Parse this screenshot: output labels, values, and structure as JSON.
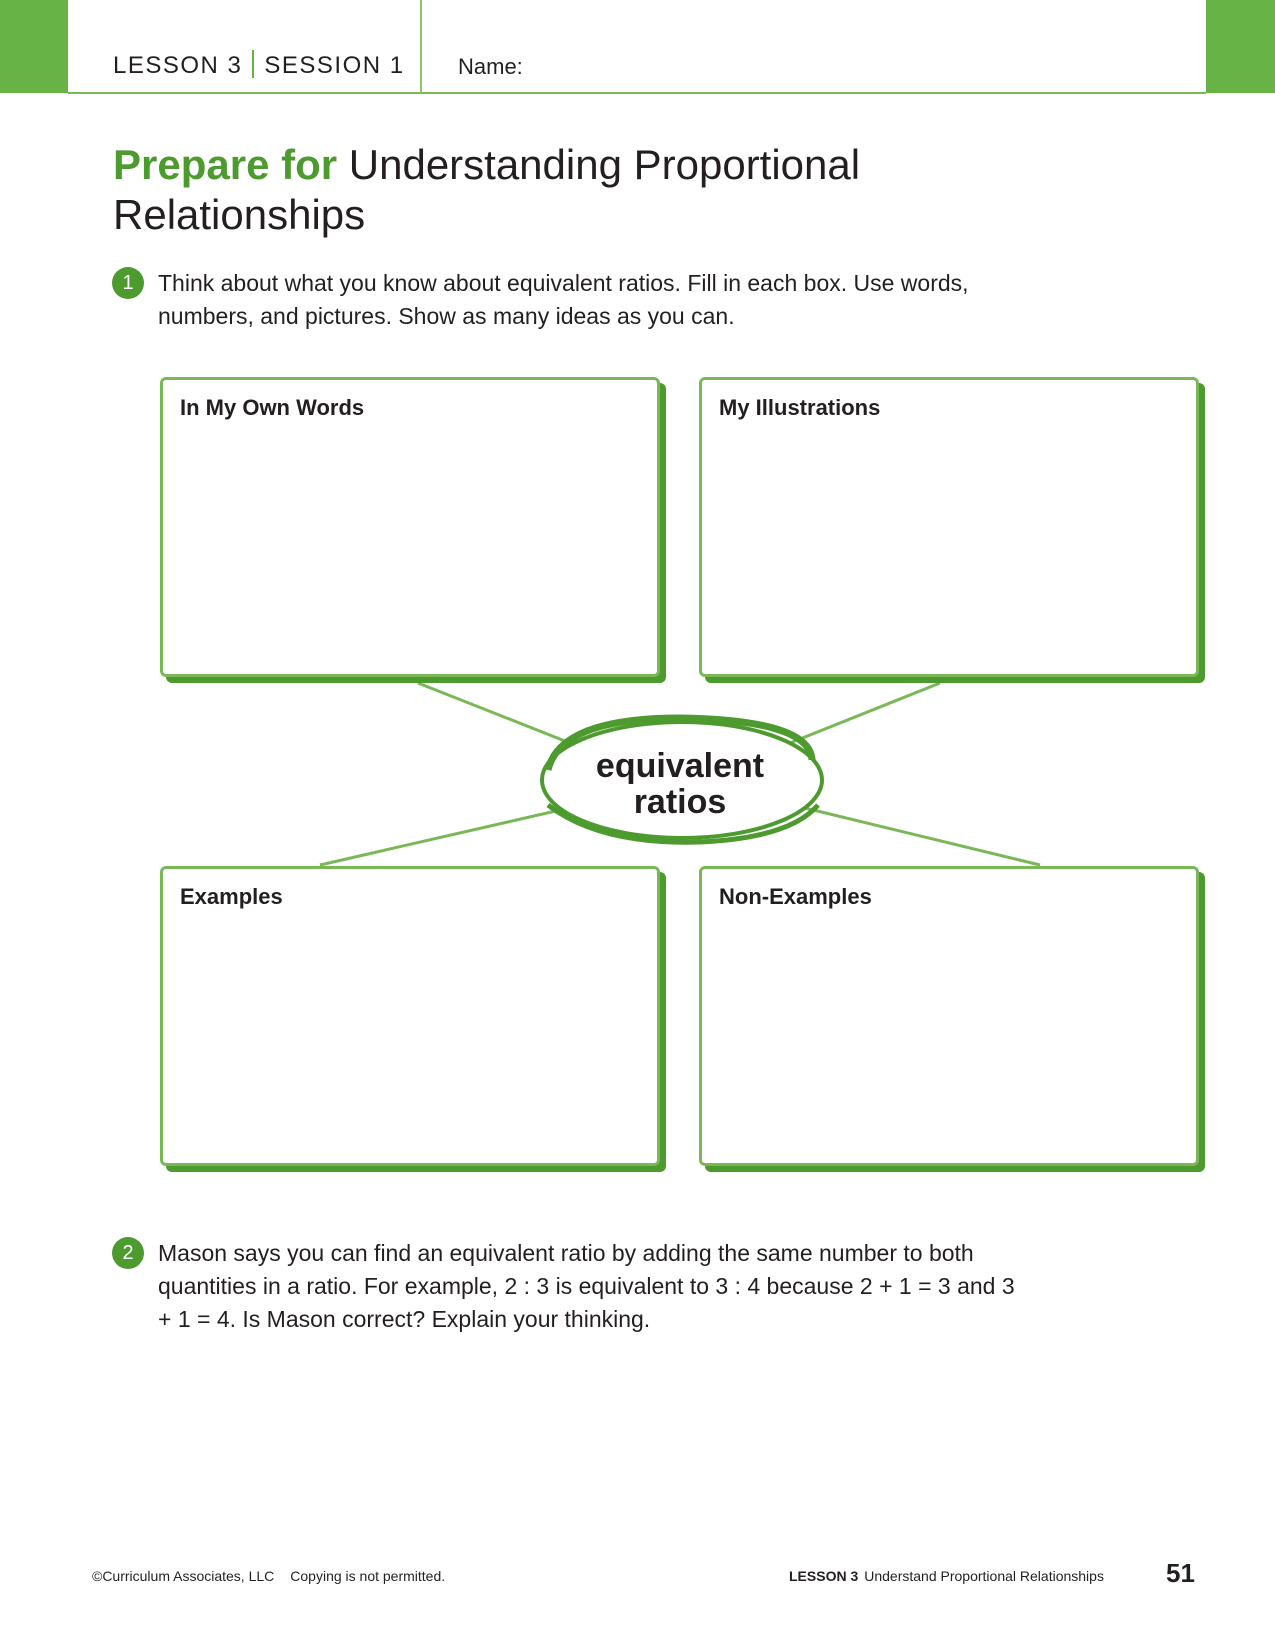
{
  "header": {
    "lesson": "LESSON 3",
    "session": "SESSION 1",
    "name_label": "Name:"
  },
  "title": {
    "accent": "Prepare for",
    "line1": "Understanding Proportional",
    "line2": "Relationships"
  },
  "question1": {
    "number": "1",
    "text": "Think about what you know about equivalent ratios. Fill in each box. Use words, numbers, and pictures. Show as many ideas as you can."
  },
  "frayer": {
    "center_line1": "equivalent",
    "center_line2": "ratios",
    "boxes": [
      {
        "title": "In My Own Words"
      },
      {
        "title": "My Illustrations"
      },
      {
        "title": "Examples"
      },
      {
        "title": "Non-Examples"
      }
    ]
  },
  "question2": {
    "number": "2",
    "text": "Mason says you can find an equivalent ratio by adding the same number to both quantities in a ratio. For example, 2 : 3 is equivalent to 3 : 4 because 2 + 1 = 3 and 3 + 1 = 4. Is Mason correct? Explain your thinking."
  },
  "footer": {
    "copyright": "©Curriculum Associates, LLC",
    "copy_notice": "Copying is not permitted.",
    "lesson": "LESSON 3",
    "lesson_title": "Understand Proportional Relationships",
    "page_number": "51"
  },
  "colors": {
    "accent_green": "#4d9a2f",
    "band_green": "#67b346",
    "line_green": "#7ab857"
  }
}
